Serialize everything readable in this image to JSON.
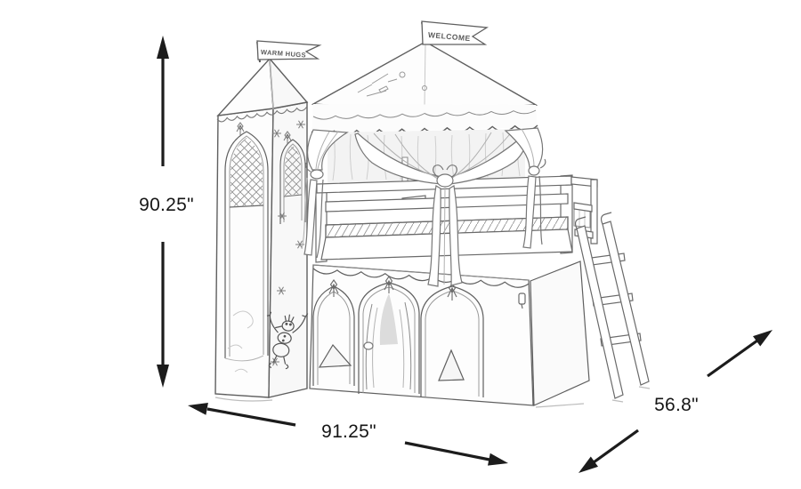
{
  "diagram": {
    "type": "product-dimension-sketch",
    "subject": "Castle tent loft bed with tower, canopy, under-bed playhouse curtain and ladder",
    "background": "#ffffff",
    "dimensions": {
      "height": "90.25\"",
      "width": "91.25\"",
      "depth": "56.8\""
    },
    "flags": {
      "tower": "WARM HUGS",
      "canopy": "WELCOME"
    },
    "colors": {
      "arrows": "#1c1c1c",
      "labels": "#161616",
      "sketch": "#5f5f5f"
    }
  }
}
